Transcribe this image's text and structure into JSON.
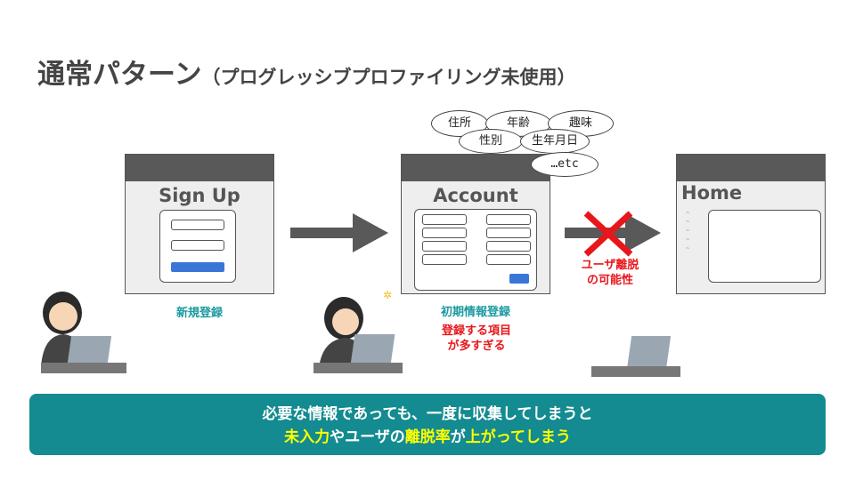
{
  "title": {
    "main": "通常パターン",
    "sub": "（プログレッシブプロファイリング未使用）"
  },
  "steps": [
    {
      "window_title": "Sign Up",
      "caption": "新規登録"
    },
    {
      "window_title": "Account",
      "caption": "初期情報登録",
      "warning": [
        "登録する項目",
        "が多すぎる"
      ]
    },
    {
      "window_title": "Home"
    }
  ],
  "bubbles": [
    "住所",
    "年齢",
    "趣味",
    "性別",
    "生年月日",
    "…etc"
  ],
  "blocked": {
    "label": [
      "ユーザ離脱",
      "の可能性"
    ],
    "color": "#e8161b"
  },
  "banner": {
    "line1": "必要な情報であっても、一度に収集してしまうと",
    "line2_parts": [
      "未入力",
      "や",
      "ユーザ",
      "の",
      "離脱率",
      "が",
      "上がってしまう"
    ]
  },
  "colors": {
    "banner": "#138b90",
    "accent_text": "#ffff00",
    "caption": "#1a9aa0"
  }
}
